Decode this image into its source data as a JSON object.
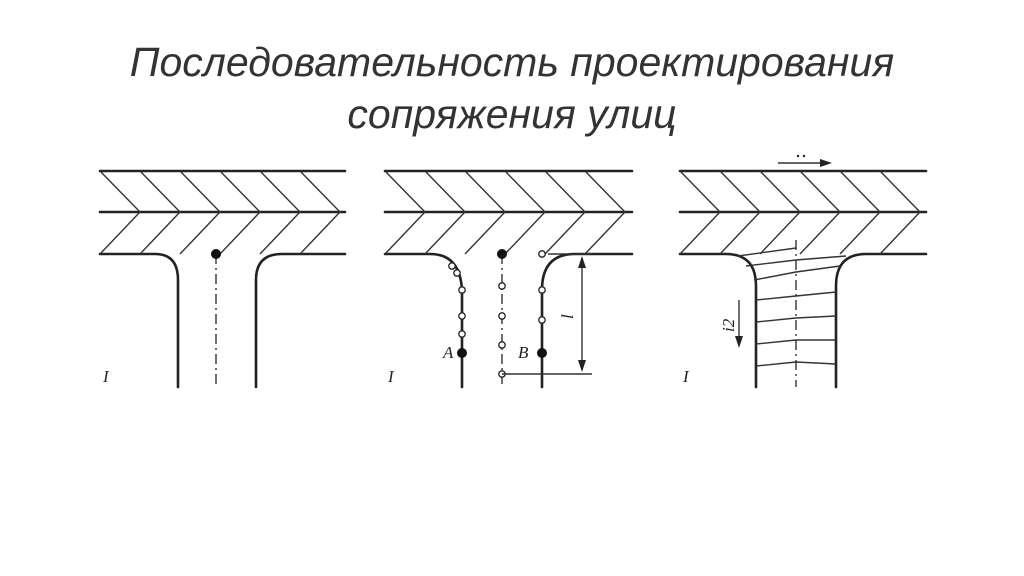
{
  "title": {
    "line1": "Последовательность проектирования",
    "line2": "сопряжения улиц"
  },
  "panels": [
    {
      "id": "panel-1",
      "roman_label": "I"
    },
    {
      "id": "panel-2",
      "roman_label": "I",
      "point_a": "A",
      "point_b": "B",
      "dim_label": "l"
    },
    {
      "id": "panel-3",
      "roman_label": "I",
      "slope_label": "i2"
    }
  ]
}
